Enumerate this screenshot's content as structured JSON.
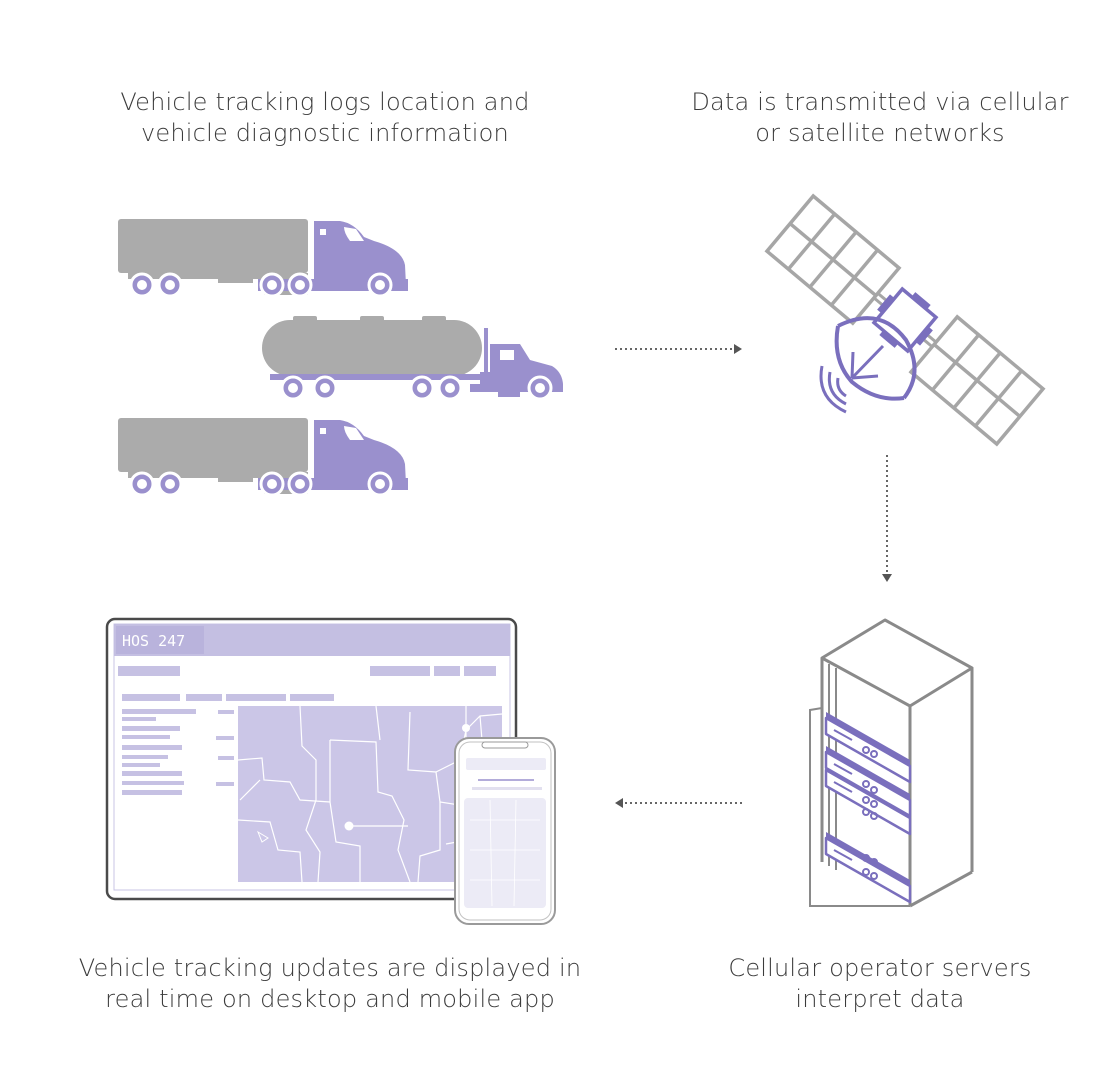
{
  "colors": {
    "accent": "#9a90cd",
    "accent_dark": "#7a6fbd",
    "accent_light": "#cbc6e6",
    "gray": "#ababab",
    "gray_dark": "#7b7b7b",
    "arrow": "#555555"
  },
  "steps": [
    {
      "caption": [
        "Vehicle tracking logs location and",
        "vehicle diagnostic information"
      ],
      "icon": "trucks-icon"
    },
    {
      "caption": [
        "Data is transmitted via cellular",
        "or satellite networks"
      ],
      "icon": "satellite-icon"
    },
    {
      "caption": [
        "Cellular operator servers",
        "interpret data"
      ],
      "icon": "server-rack-icon"
    },
    {
      "caption": [
        "Vehicle tracking updates are displayed in",
        "real time on desktop and mobile app"
      ],
      "icon": "tablet-phone-icon"
    }
  ],
  "app": {
    "brand": "HOS 247"
  }
}
